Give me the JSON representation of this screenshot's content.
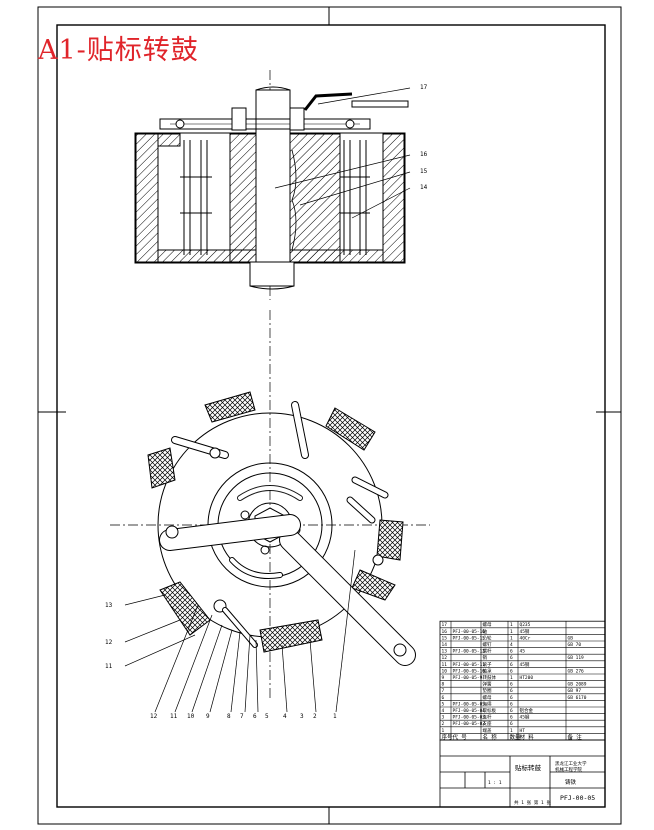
{
  "title": "A1-贴标转鼓",
  "colors": {
    "line": "#000000",
    "title": "#e0242a",
    "paper": "#ffffff"
  },
  "callouts_top": [
    "17",
    "16",
    "15",
    "14"
  ],
  "callouts_bottom": [
    "12",
    "11",
    "10",
    "9",
    "8",
    "7",
    "6",
    "5",
    "4",
    "3",
    "2",
    "1"
  ],
  "side_callouts": [
    "13",
    "12",
    "11"
  ],
  "title_block": {
    "drawing_name": "贴标转鼓",
    "school_line1": "黑龙江工业大学",
    "school_line2": "机械工程学院",
    "material": "铸铁",
    "drawing_no": "PFJ-00-05",
    "sheet_info": "共 1 张 第 1 张",
    "scale_text": "1 : 1",
    "header_cells": [
      "序号",
      "代 号",
      "名 称",
      "数量",
      "材 料",
      "备 注"
    ]
  },
  "parts_rows": [
    {
      "no": "17",
      "code": "",
      "name": "螺母",
      "qty": "1",
      "mat": "Q235",
      "note": ""
    },
    {
      "no": "16",
      "code": "PFJ-00-05-16",
      "name": "轴",
      "qty": "1",
      "mat": "45钢",
      "note": ""
    },
    {
      "no": "15",
      "code": "PFJ-00-05-15",
      "name": "凸轮",
      "qty": "1",
      "mat": "40Cr",
      "note": "GB"
    },
    {
      "no": "14",
      "code": "",
      "name": "螺钉",
      "qty": "4",
      "mat": "",
      "note": "GB 70"
    },
    {
      "no": "13",
      "code": "PFJ-00-05-13",
      "name": "摆杆",
      "qty": "6",
      "mat": "45",
      "note": ""
    },
    {
      "no": "12",
      "code": "",
      "name": "销",
      "qty": "6",
      "mat": "",
      "note": "GB 119"
    },
    {
      "no": "11",
      "code": "PFJ-00-05-11",
      "name": "滚子",
      "qty": "6",
      "mat": "45钢",
      "note": ""
    },
    {
      "no": "10",
      "code": "PFJ-00-05-10",
      "name": "轴承",
      "qty": "6",
      "mat": "",
      "note": "GB 276"
    },
    {
      "no": "9",
      "code": "PFJ-00-05-9",
      "name": "转鼓体",
      "qty": "1",
      "mat": "HT200",
      "note": ""
    },
    {
      "no": "8",
      "code": "",
      "name": "弹簧",
      "qty": "6",
      "mat": "",
      "note": "GB 2089"
    },
    {
      "no": "7",
      "code": "",
      "name": "垫圈",
      "qty": "6",
      "mat": "",
      "note": "GB 97"
    },
    {
      "no": "6",
      "code": "",
      "name": "螺母",
      "qty": "6",
      "mat": "",
      "note": "GB 6170"
    },
    {
      "no": "5",
      "code": "PFJ-00-05-05",
      "name": "海绵",
      "qty": "6",
      "mat": "",
      "note": ""
    },
    {
      "no": "4",
      "code": "PFJ-00-05-04",
      "name": "取标板",
      "qty": "6",
      "mat": "铝合金",
      "note": ""
    },
    {
      "no": "3",
      "code": "PFJ-00-05-03",
      "name": "连杆",
      "qty": "6",
      "mat": "45钢",
      "note": ""
    },
    {
      "no": "2",
      "code": "PFJ-00-05-02",
      "name": "支座",
      "qty": "6",
      "mat": "",
      "note": ""
    },
    {
      "no": "1",
      "code": "",
      "name": "端盖",
      "qty": "1",
      "mat": "HT",
      "note": ""
    }
  ]
}
